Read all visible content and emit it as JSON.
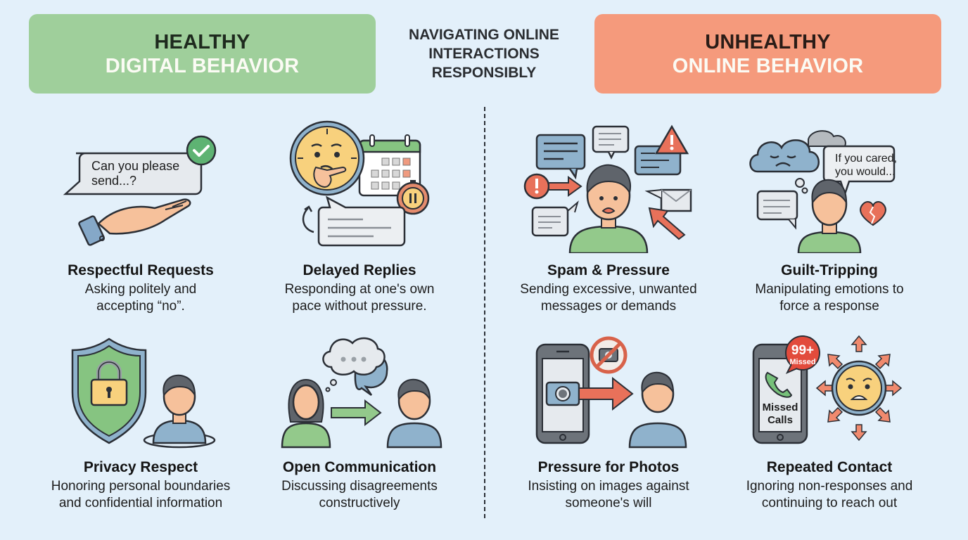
{
  "header": {
    "healthy_banner": {
      "line1": "HEALTHY",
      "line2": "DIGITAL BEHAVIOR",
      "color": "#9fcf9b"
    },
    "center_title": {
      "line1": "NAVIGATING ONLINE",
      "line2": "INTERACTIONS",
      "line3": "RESPONSIBLY"
    },
    "unhealthy_banner": {
      "line1": "UNHEALTHY",
      "line2": "ONLINE BEHAVIOR",
      "color": "#f59a7c"
    }
  },
  "healthy": {
    "cards": [
      {
        "title": "Respectful Requests",
        "desc1": "Asking politely and",
        "desc2": "accepting “no”.",
        "bubble1": "Can you please",
        "bubble2": "send...?",
        "icon": "hand-request-icon"
      },
      {
        "title": "Delayed Replies",
        "desc1": "Responding at one's own",
        "desc2": "pace without pressure.",
        "icon": "clock-calendar-icon"
      },
      {
        "title": "Privacy Respect",
        "desc1": "Honoring personal boundaries",
        "desc2": "and confidential information",
        "icon": "shield-lock-icon"
      },
      {
        "title": "Open Communication",
        "desc1": "Discussing disagreements",
        "desc2": "constructively",
        "icon": "conversation-icon"
      }
    ]
  },
  "unhealthy": {
    "cards": [
      {
        "title": "Spam & Pressure",
        "desc1": "Sending excessive, unwanted",
        "desc2": "messages or demands",
        "icon": "spam-icon"
      },
      {
        "title": "Guilt-Tripping",
        "desc1": "Manipulating emotions to",
        "desc2": "force a response",
        "bubble1": "If you cared,",
        "bubble2": "you would...",
        "icon": "guilt-icon"
      },
      {
        "title": "Pressure for Photos",
        "desc1": "Insisting on images against",
        "desc2": "someone's will",
        "icon": "no-camera-icon"
      },
      {
        "title": "Repeated Contact",
        "desc1": "Ignoring non-responses and",
        "desc2": "continuing to reach out",
        "badge1": "99+",
        "badge2": "Missed",
        "phone1": "Missed",
        "phone2": "Calls",
        "icon": "missed-calls-icon"
      }
    ]
  }
}
